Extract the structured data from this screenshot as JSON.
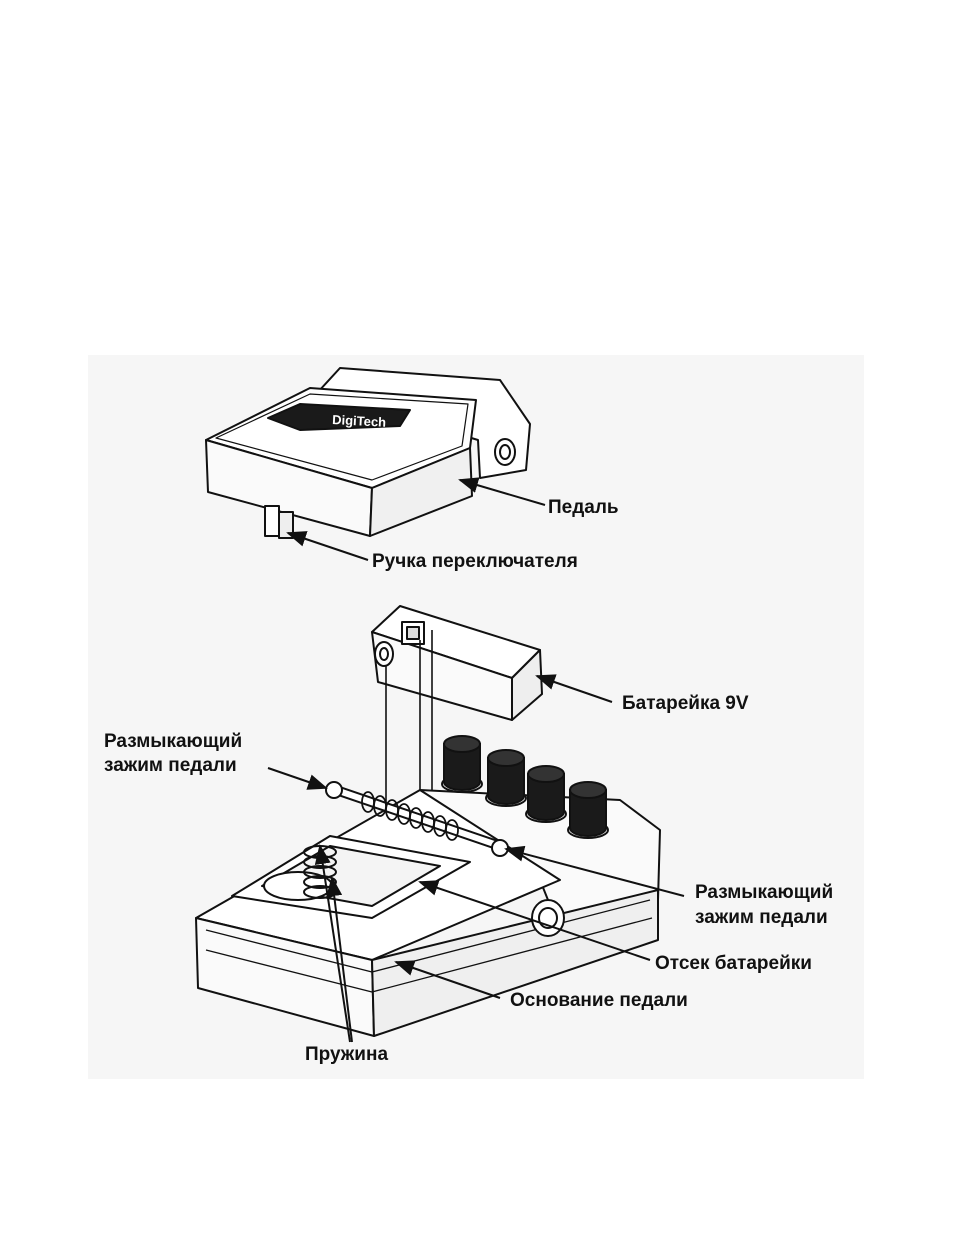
{
  "brand_logo_text": "DigiTech",
  "labels": {
    "pedal": "Педаль",
    "switch_knob": "Ручка переключателя",
    "battery": "Батарейка 9V",
    "release_clip_left_line1": "Размыкающий",
    "release_clip_left_line2": "зажим педали",
    "release_clip_right_line1": "Размыкающий",
    "release_clip_right_line2": "зажим педали",
    "battery_compartment": "Отсек батарейки",
    "pedal_base": "Основание педали",
    "spring": "Пружина"
  }
}
